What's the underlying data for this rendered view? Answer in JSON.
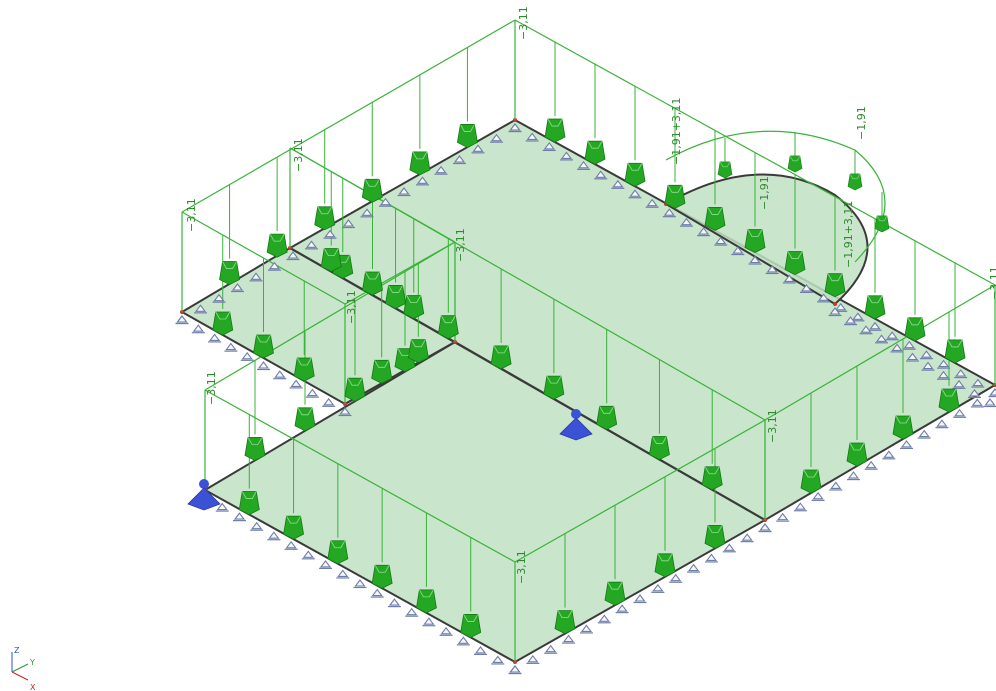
{
  "colors": {
    "load_line": "#39b339",
    "load_arrow": "#22a622",
    "load_arrow_dark": "#137a13",
    "slab_fill": "#bfe0c2",
    "slab_edge": "#3a3a3a",
    "support": "#6f7ea8",
    "point_support": "#3b52d6",
    "label": "#2f8a2f",
    "axis_z": "#2a55c8",
    "axis_y": "#2a9a2a",
    "axis_x": "#d02020"
  },
  "labels": {
    "load_top": "−3,11",
    "load_left_ridge": "−3,11",
    "load_left_top": "−3,11",
    "load_mid_ridge": "−3,11",
    "load_inner": "−3,11",
    "load_left_low": "−3,11",
    "load_right": "−3,11",
    "load_front": "−3,11",
    "load_right_edge": "−3,11",
    "load_combo_top": "−1,91+3,11",
    "load_combo_circle": "−1,91+3,11",
    "load_arc": "−1,91",
    "load_arc_inner": "−1,91"
  },
  "icons": {
    "load_arrow": "downward-load-arrow-icon",
    "line_support": "pinned-support-icon",
    "point_support": "point-support-pyramid-icon",
    "axes": "coordinate-axes-icon"
  },
  "axes": {
    "z": "Z",
    "y": "Y",
    "x": "X"
  }
}
